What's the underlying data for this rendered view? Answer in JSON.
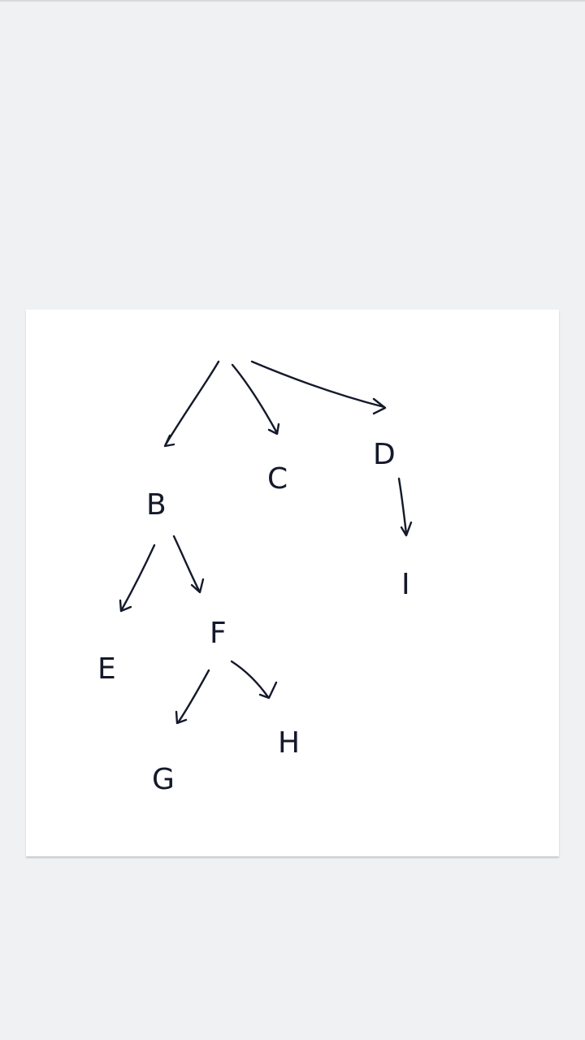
{
  "diagram": {
    "ink_color": "#14192b",
    "paper_color": "#ffffff",
    "background_color": "#f0f1f3",
    "nodes": {
      "B": "B",
      "C": "C",
      "D": "D",
      "E": "E",
      "F": "F",
      "G": "G",
      "H": "H",
      "I": "I"
    },
    "edges": [
      {
        "from": "root",
        "to": "B"
      },
      {
        "from": "root",
        "to": "C"
      },
      {
        "from": "root",
        "to": "D"
      },
      {
        "from": "B",
        "to": "E"
      },
      {
        "from": "B",
        "to": "F"
      },
      {
        "from": "F",
        "to": "G"
      },
      {
        "from": "F",
        "to": "H"
      },
      {
        "from": "D",
        "to": "I"
      }
    ]
  }
}
